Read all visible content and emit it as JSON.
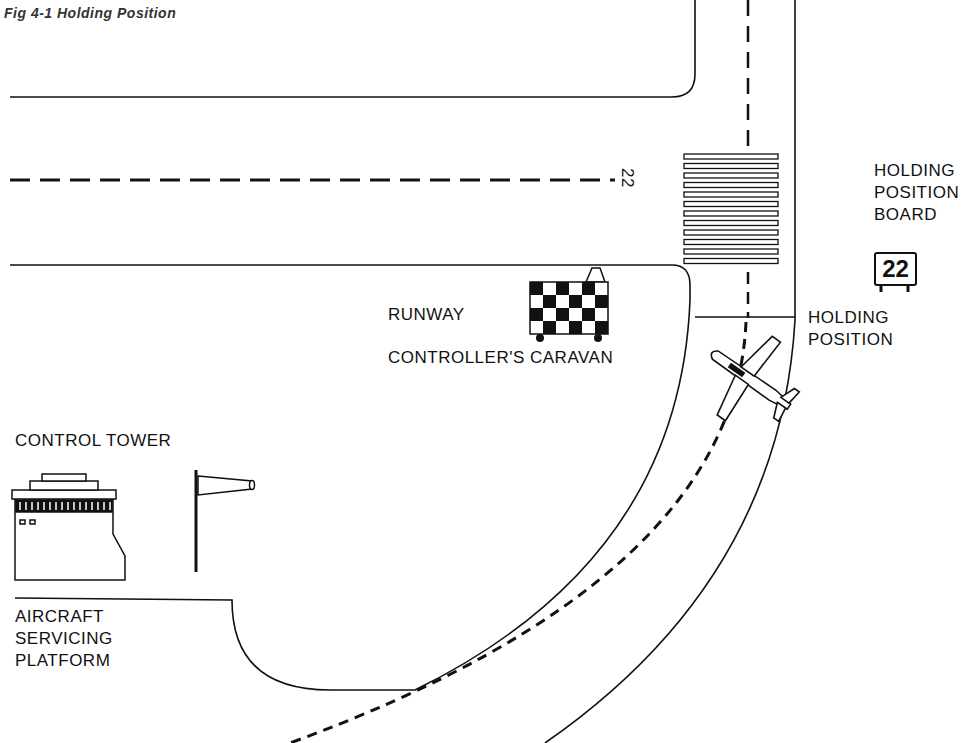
{
  "diagram": {
    "title": "Fig 4-1 Holding Position",
    "nodes": [
      {
        "text": [
          "22"
        ]
      }
    ],
    "labels": [
      "22",
      "HOLDING POSITION BOARD",
      "RUNWAY",
      "CONTROLLER'S CARAVAN",
      "HOLDING POSITION",
      "CONTROL TOWER",
      "AIRCRAFT SERVICING PLATFORM"
    ]
  }
}
